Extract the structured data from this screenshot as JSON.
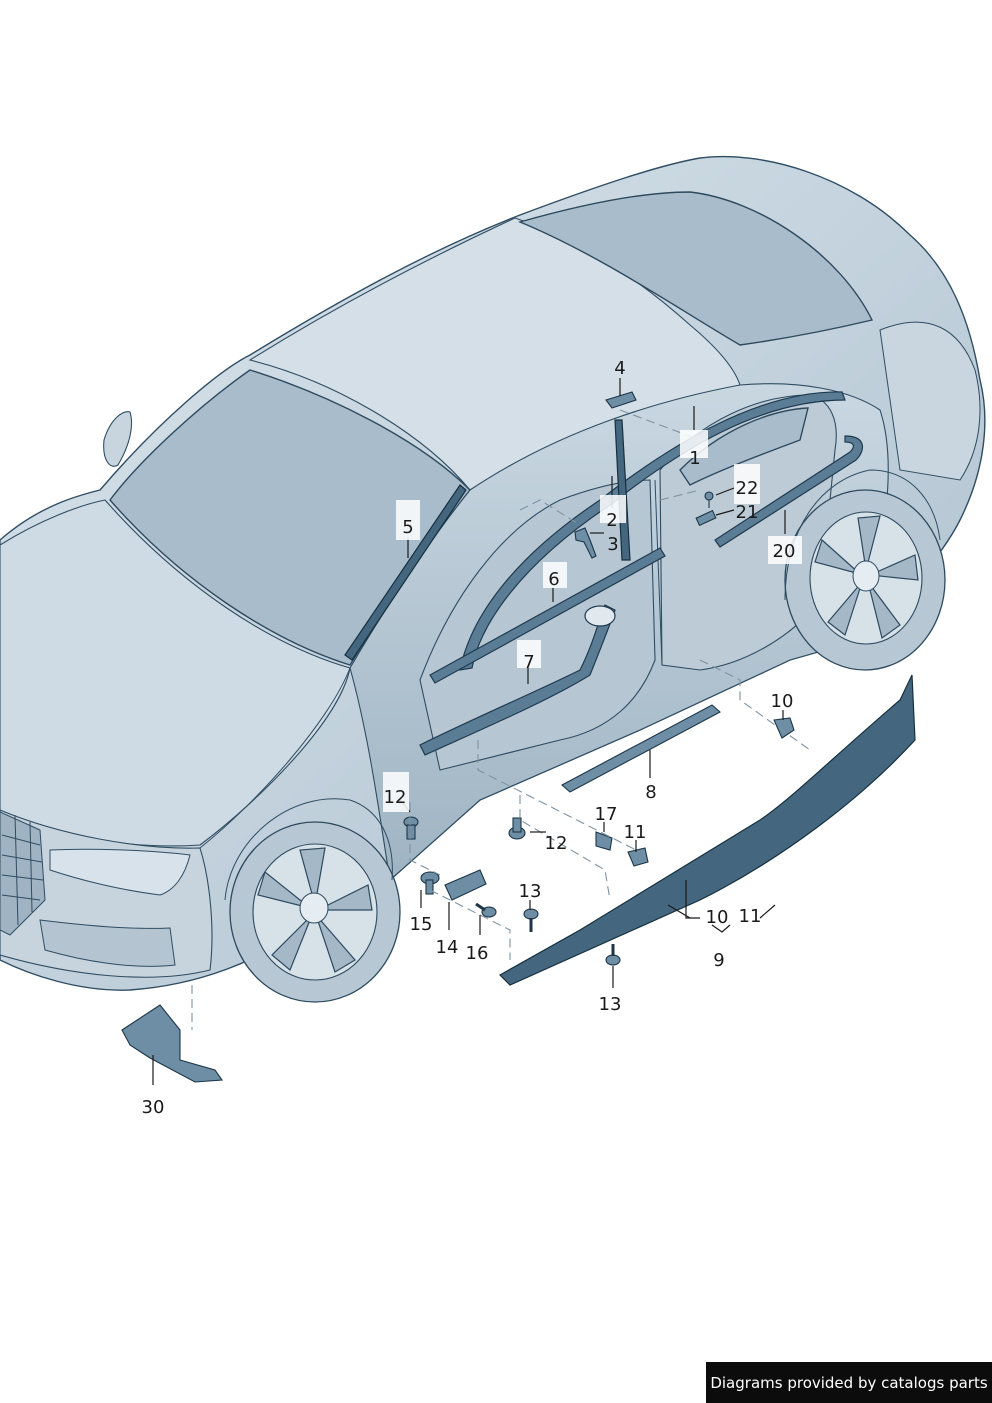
{
  "diagram": {
    "callouts": [
      {
        "id": "c1",
        "text": "1"
      },
      {
        "id": "c2",
        "text": "2"
      },
      {
        "id": "c3",
        "text": "3"
      },
      {
        "id": "c4",
        "text": "4"
      },
      {
        "id": "c5",
        "text": "5"
      },
      {
        "id": "c6",
        "text": "6"
      },
      {
        "id": "c7",
        "text": "7"
      },
      {
        "id": "c8",
        "text": "8"
      },
      {
        "id": "c9",
        "text": "9"
      },
      {
        "id": "c10a",
        "text": "10"
      },
      {
        "id": "c10b",
        "text": "10"
      },
      {
        "id": "c11a",
        "text": "11"
      },
      {
        "id": "c11b",
        "text": "11"
      },
      {
        "id": "c12a",
        "text": "12"
      },
      {
        "id": "c12b",
        "text": "12"
      },
      {
        "id": "c13a",
        "text": "13"
      },
      {
        "id": "c13b",
        "text": "13"
      },
      {
        "id": "c14",
        "text": "14"
      },
      {
        "id": "c15",
        "text": "15"
      },
      {
        "id": "c16",
        "text": "16"
      },
      {
        "id": "c17",
        "text": "17"
      },
      {
        "id": "c20",
        "text": "20"
      },
      {
        "id": "c21",
        "text": "21"
      },
      {
        "id": "c22",
        "text": "22"
      },
      {
        "id": "c30",
        "text": "30"
      }
    ],
    "colors": {
      "body": "#c3d2dd",
      "body_shade": "#a4b8c7",
      "outline": "#2f4d63",
      "trim": "#5a7d95",
      "background": "#ffffff"
    }
  },
  "footer": {
    "credit": "Diagrams provided by catalogs parts"
  }
}
